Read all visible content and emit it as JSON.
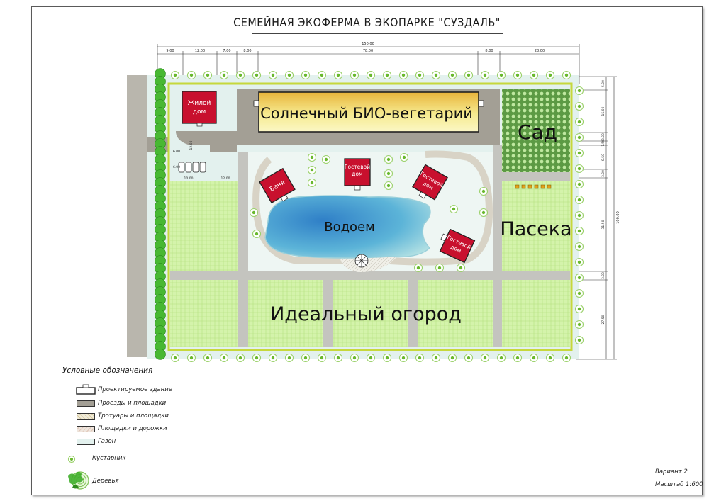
{
  "title": "СЕМЕЙНАЯ ЭКОФЕРМА В ЭКОПАРКЕ \"СУЗДАЛЬ\"",
  "zones": {
    "solar": "Солнечный БИО-вегетарий",
    "garden": "Сад",
    "apiary": "Пасека",
    "pond": "Водоем",
    "vegetable": "Идеальный огород"
  },
  "buildings": {
    "house_line1": "Жилой",
    "house_line2": "дом",
    "bath": "Баня",
    "guest1_line1": "Гостевой",
    "guest1_line2": "дом",
    "guest2_line1": "Гостевой",
    "guest2_line2": "дом",
    "guest3_line1": "Гостевой",
    "guest3_line2": "дом"
  },
  "dimensions": {
    "top_total": "150.00",
    "top_segments": [
      "9.00",
      "12.00",
      "7.00",
      "8.00",
      "78.00",
      "8.00",
      "28.00"
    ],
    "right_total": "100.00",
    "right_segments": [
      "5.00",
      "15.00",
      "3.00",
      "1.50",
      "8.50",
      "3.00",
      "31.50",
      "3.00",
      "27.50"
    ],
    "parking": [
      "6.00",
      "6.00",
      "12.00",
      "10.00",
      "12.00"
    ]
  },
  "legend": {
    "title": "Условные обозначения",
    "items": [
      {
        "label": "Проектируемое здание",
        "color": "#ffffff"
      },
      {
        "label": "Проезды и площадки",
        "color": "#a39f95"
      },
      {
        "label": "Тротуары и площадки",
        "color": "#f0ebd8"
      },
      {
        "label": "Площадки и дорожки",
        "color": "#efe6de"
      },
      {
        "label": "Газон",
        "color": "#e3f1ee"
      }
    ],
    "shrub": "Кустарник",
    "trees": "Деревья"
  },
  "footer": {
    "variant": "Вариант 2",
    "scale": "Масштаб 1:600"
  },
  "colors": {
    "road": "#a39f95",
    "lawn": "#e3f1ee",
    "field": "#ccefa0",
    "orchard": "#5c9a44",
    "building": "#c8102e",
    "pond": "#4aa8d6",
    "boundary": "#c6d83b"
  }
}
